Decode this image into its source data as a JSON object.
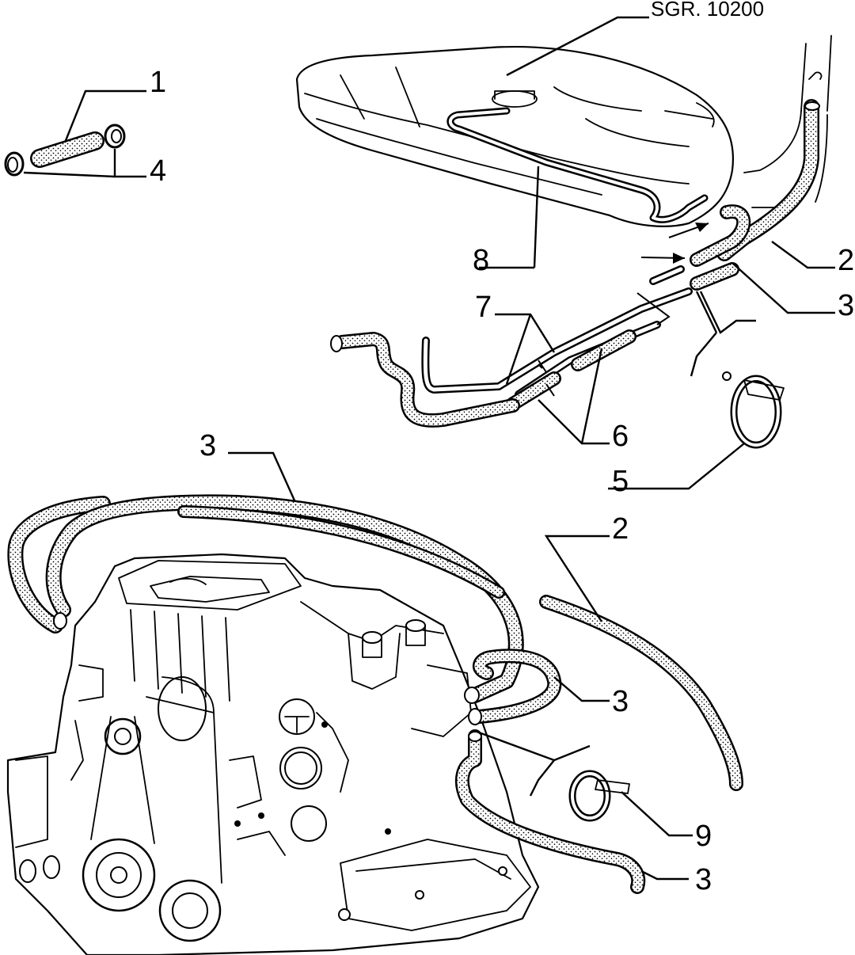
{
  "reference": "SGR. 10200",
  "callouts": {
    "c1": "1",
    "c2a": "2",
    "c2b": "2",
    "c3a": "3",
    "c3b": "3",
    "c3c": "3",
    "c3d": "3",
    "c4": "4",
    "c5": "5",
    "c6": "6",
    "c7": "7",
    "c8": "8",
    "c9": "9"
  },
  "colors": {
    "ink": "#000000",
    "paper": "#ffffff",
    "hose_fill": "#9a9a9a"
  }
}
